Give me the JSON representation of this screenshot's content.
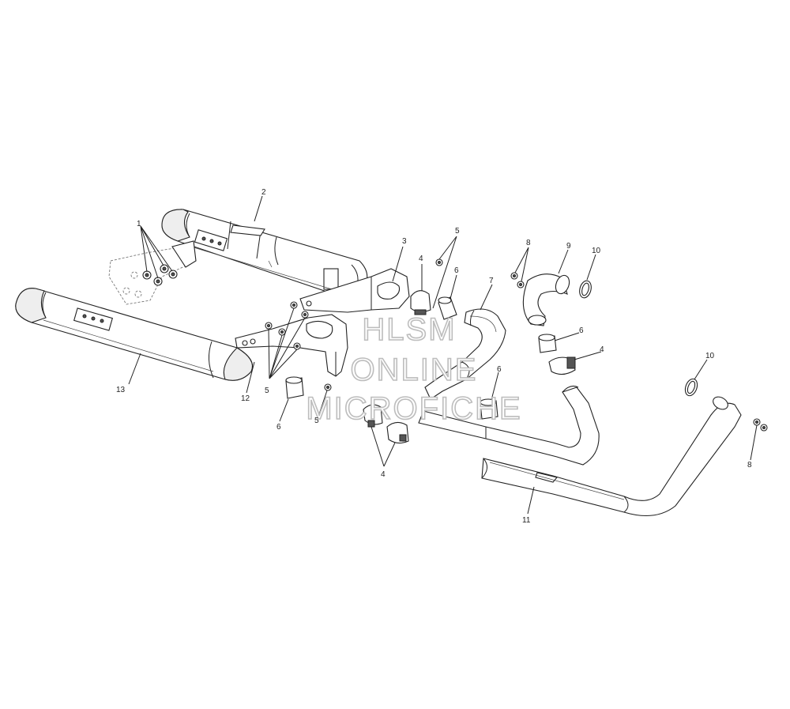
{
  "callouts": [
    {
      "id": "c1",
      "label": "1"
    },
    {
      "id": "c2",
      "label": "2"
    },
    {
      "id": "c3",
      "label": "3"
    },
    {
      "id": "c4a",
      "label": "4"
    },
    {
      "id": "c5a",
      "label": "5"
    },
    {
      "id": "c6a",
      "label": "6"
    },
    {
      "id": "c7",
      "label": "7"
    },
    {
      "id": "c8a",
      "label": "8"
    },
    {
      "id": "c9",
      "label": "9"
    },
    {
      "id": "c10a",
      "label": "10"
    },
    {
      "id": "c6b",
      "label": "6"
    },
    {
      "id": "c4b",
      "label": "4"
    },
    {
      "id": "c10b",
      "label": "10"
    },
    {
      "id": "c6c",
      "label": "6"
    },
    {
      "id": "c13",
      "label": "13"
    },
    {
      "id": "c12",
      "label": "12"
    },
    {
      "id": "c5b",
      "label": "5"
    },
    {
      "id": "c6d",
      "label": "6"
    },
    {
      "id": "c5c",
      "label": "5"
    },
    {
      "id": "c4c",
      "label": "4"
    },
    {
      "id": "c8b",
      "label": "8"
    },
    {
      "id": "c11",
      "label": "11"
    }
  ],
  "watermark": {
    "line1": "HLSM",
    "line2": "ONLINE",
    "line3": "MICROFICHE"
  }
}
